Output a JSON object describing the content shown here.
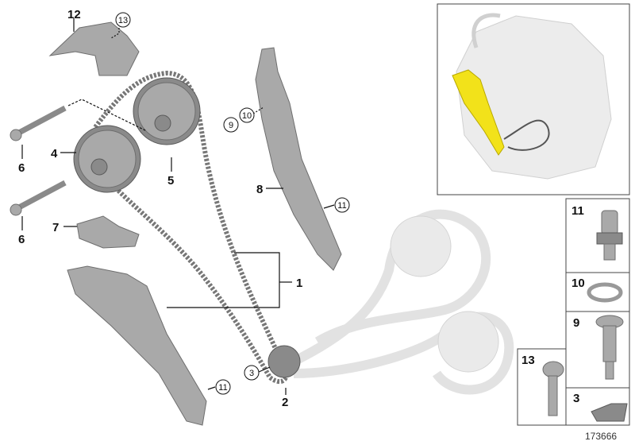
{
  "diagram_number": "173666",
  "callouts": {
    "c1": "1",
    "c2": "2",
    "c3": "3",
    "c4": "4",
    "c5": "5",
    "c6a": "6",
    "c6b": "6",
    "c7": "7",
    "c8": "8",
    "c9": "9",
    "c10": "10",
    "c11a": "11",
    "c11b": "11",
    "c12": "12",
    "c13": "13"
  },
  "parts_table": {
    "p11": "11",
    "p10": "10",
    "p9": "9",
    "p3": "3",
    "p13": "13"
  },
  "colors": {
    "highlight": "#f2e21a",
    "part": "#a9a9a9",
    "ghost": "#eaeaea"
  }
}
